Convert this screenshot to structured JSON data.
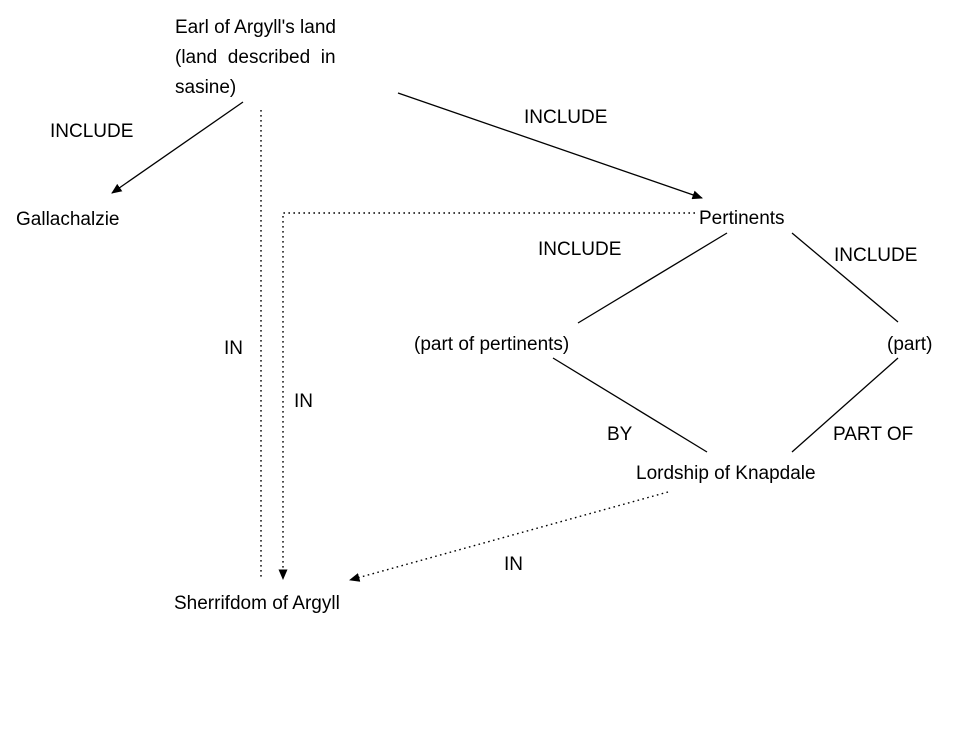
{
  "diagram": {
    "nodes": {
      "earl_land": "Earl of Argyll's land\n(land  described  in\nsasine)",
      "gallachalzie": "Gallachalzie",
      "pertinents": "Pertinents",
      "part_of_pertinents": "(part of pertinents)",
      "part": "(part)",
      "lordship_of_knapdale": "Lordship of Knapdale",
      "sherrifdom_of_argyll": "Sherrifdom of Argyll"
    },
    "edge_labels": {
      "include_gallachalzie": "INCLUDE",
      "include_pertinents": "INCLUDE",
      "include_part_of_pertinents": "INCLUDE",
      "include_part": "INCLUDE",
      "in_left": "IN",
      "in_mid": "IN",
      "by": "BY",
      "part_of": "PART OF",
      "in_bottom": "IN"
    },
    "line_color": "#000000",
    "background_color": "#ffffff"
  }
}
